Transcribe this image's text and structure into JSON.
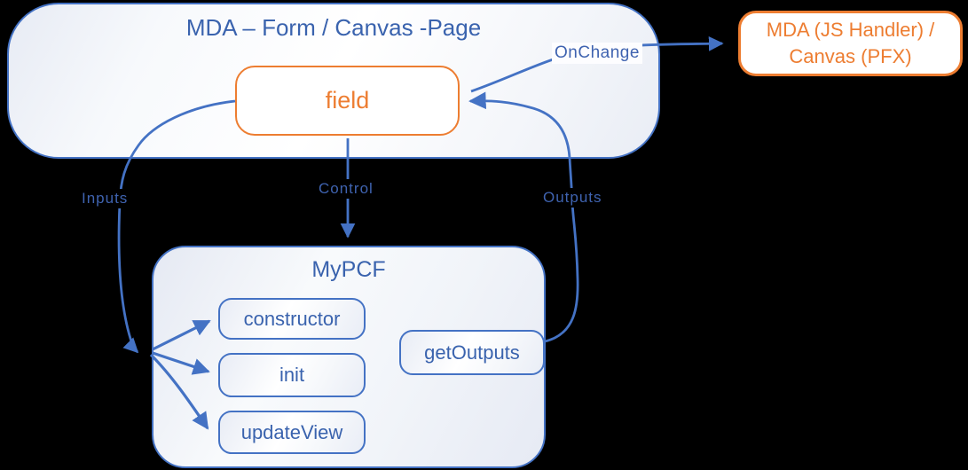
{
  "theme": {
    "background": "#000000",
    "blue": "#4472C4",
    "orange": "#ED7D31",
    "text-blue": "#3A63AE",
    "label-blue": "#3F63B0"
  },
  "form_box": {
    "title": "MDA – Form / Canvas -Page"
  },
  "field_box": {
    "label": "field"
  },
  "handler_box": {
    "line1": "MDA (JS Handler) /",
    "line2": "Canvas (PFX)"
  },
  "pcf_box": {
    "title": "MyPCF",
    "methods": [
      "constructor",
      "init",
      "updateView"
    ],
    "output_method": "getOutputs"
  },
  "edge_labels": {
    "inputs": "Inputs",
    "control": "Control",
    "outputs": "Outputs",
    "onchange": "OnChange"
  }
}
